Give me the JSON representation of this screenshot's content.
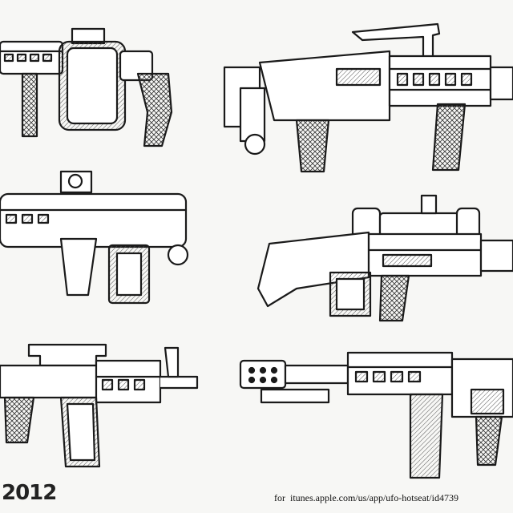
{
  "signature": "2012",
  "credit": {
    "prefix": "for",
    "url": "itunes.apple.com/us/app/ufo-hotseat/id4739"
  },
  "ink_color": "#1a1a1a",
  "paper_color": "#f7f7f5"
}
